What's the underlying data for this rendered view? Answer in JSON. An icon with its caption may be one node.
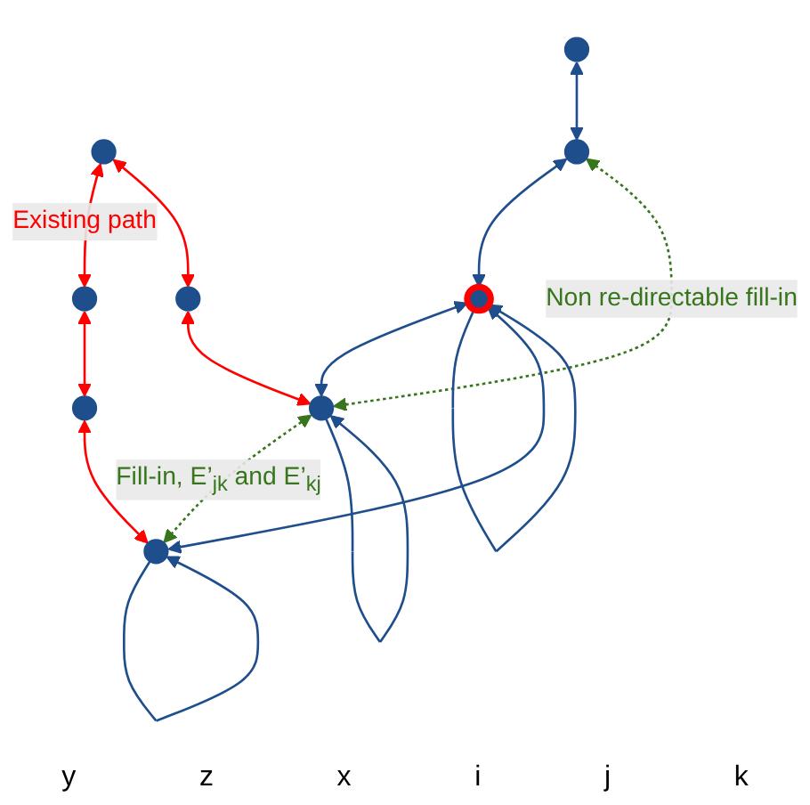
{
  "diagram": {
    "nodes": [
      {
        "text": [],
        "shape": "circle"
      },
      {
        "text": [],
        "shape": "circle"
      },
      {
        "text": [],
        "shape": "circle"
      },
      {
        "text": [],
        "shape": "circle"
      },
      {
        "text": [],
        "shape": "circle"
      },
      {
        "text": [],
        "shape": "circle"
      },
      {
        "text": [],
        "shape": "circle"
      },
      {
        "text": [],
        "shape": "circle"
      },
      {
        "text": [],
        "shape": "circle"
      }
    ],
    "edges": [
      {
        "from": 1,
        "to": 2,
        "arrow": "both",
        "label": "Existing path",
        "color": "#ff0000"
      },
      {
        "from": 0,
        "to": 3,
        "arrow": "both"
      },
      {
        "from": 1,
        "to": 4,
        "arrow": "both",
        "color": "#ff0000"
      },
      {
        "from": 2,
        "to": 5,
        "arrow": "both",
        "color": "#ff0000"
      },
      {
        "from": 3,
        "to": 6,
        "arrow": "both"
      },
      {
        "from": 4,
        "to": 7,
        "arrow": "both",
        "color": "#ff0000"
      },
      {
        "from": 5,
        "to": 8,
        "arrow": "both",
        "color": "#ff0000"
      },
      {
        "from": 7,
        "to": 3,
        "arrow": "both",
        "label": "Non re-directable fill-in",
        "style": "dashed",
        "color": "#38761d"
      },
      {
        "from": 7,
        "to": 8,
        "arrow": "both",
        "label": "Fill-in, E’$_{jk}$ and E’$_{kj}$",
        "style": "dashed",
        "color": "#38761d"
      },
      {
        "from": 6,
        "to": 7,
        "arrow": "both"
      },
      {
        "from": 8,
        "to": 6,
        "arrow": "both"
      },
      {
        "from": 6,
        "to": 6,
        "arrow": "to"
      },
      {
        "from": 7,
        "to": 7,
        "arrow": "to"
      },
      {
        "from": 8,
        "to": 8,
        "arrow": "to"
      }
    ],
    "labels": [
      "y",
      "z",
      "x",
      "i",
      "j",
      "k"
    ]
  }
}
